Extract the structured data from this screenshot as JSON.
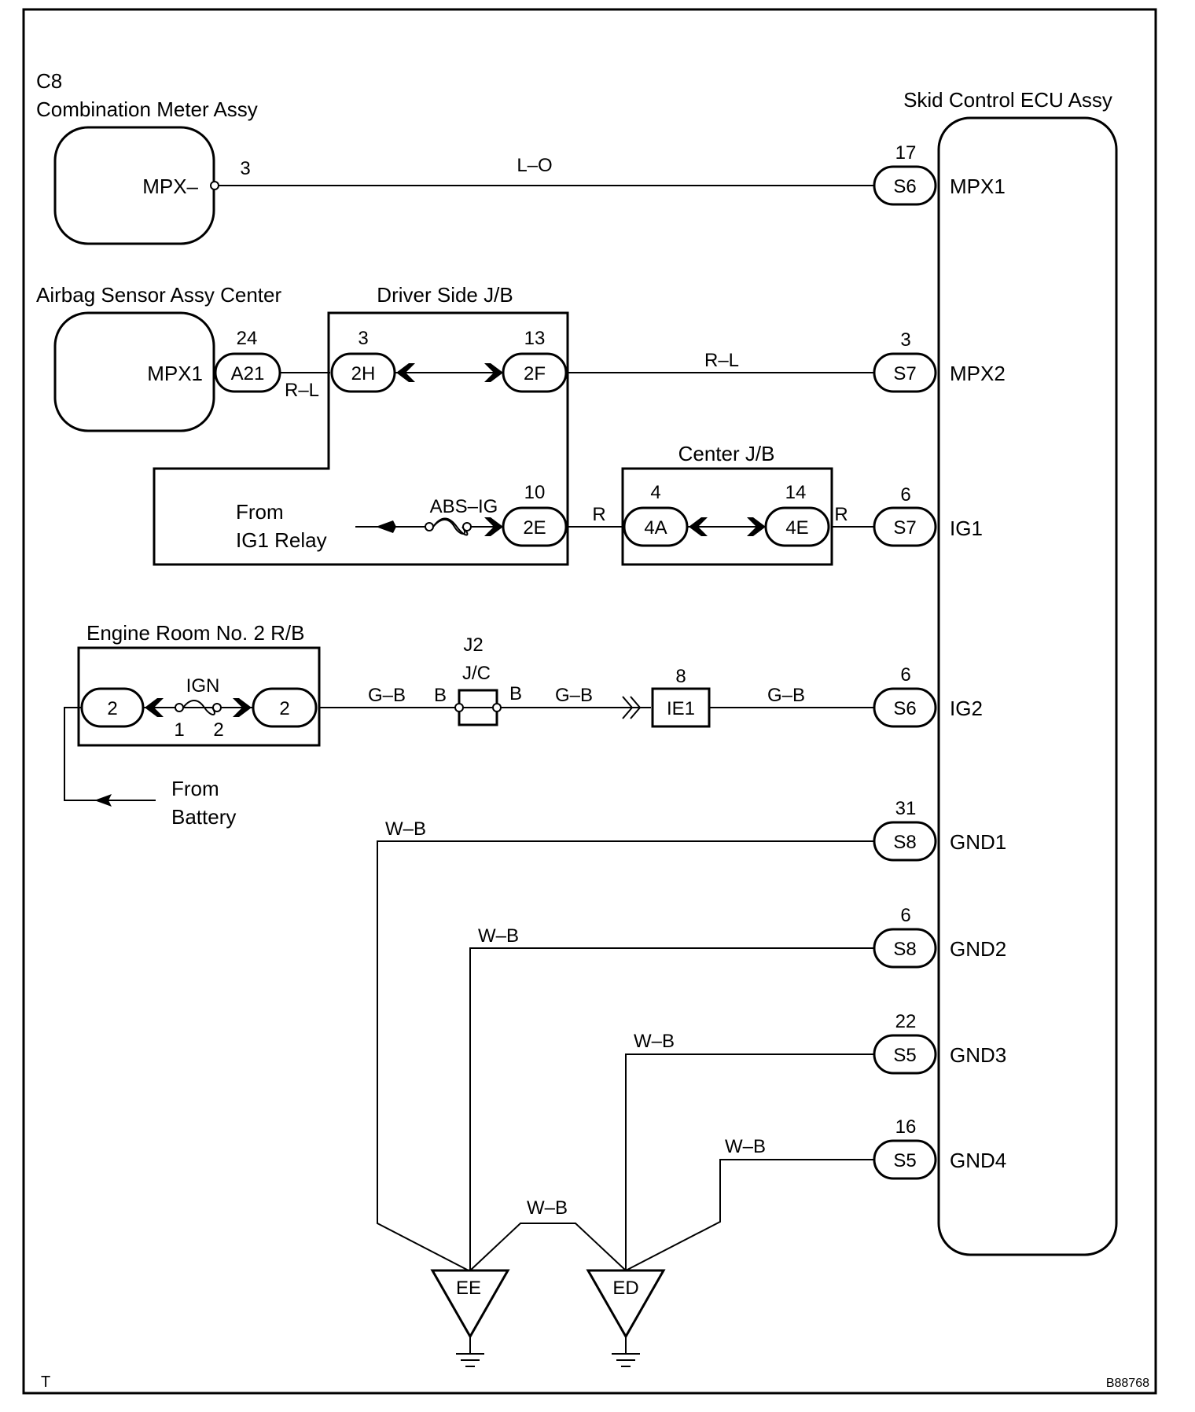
{
  "components": {
    "combination_meter": {
      "code": "C8",
      "name": "Combination Meter Assy",
      "terminal": "MPX–"
    },
    "airbag_sensor": {
      "name": "Airbag Sensor Assy Center",
      "terminal": "MPX1"
    },
    "driver_side_jb": {
      "name": "Driver Side J/B"
    },
    "center_jb": {
      "name": "Center J/B"
    },
    "engine_room_rb": {
      "name": "Engine Room No. 2 R/B",
      "fuse": "IGN",
      "fuse_pin_a": "1",
      "fuse_pin_b": "2"
    },
    "junction_connector": {
      "code": "J2",
      "name": "J/C",
      "left_pin": "B",
      "right_pin": "B"
    },
    "ecu": {
      "name": "Skid Control ECU Assy"
    },
    "ig1_source": {
      "line1": "From",
      "line2": "IG1 Relay",
      "fuse": "ABS–IG"
    },
    "battery_source": {
      "line1": "From",
      "line2": "Battery"
    }
  },
  "connectors": {
    "meter_pin": "3",
    "a21": {
      "pin": "24",
      "code": "A21"
    },
    "c_2h": {
      "pin": "3",
      "code": "2H"
    },
    "c_2f": {
      "pin": "13",
      "code": "2F"
    },
    "c_2e": {
      "pin": "10",
      "code": "2E"
    },
    "c_4a": {
      "pin": "4",
      "code": "4A"
    },
    "c_4e": {
      "pin": "14",
      "code": "4E"
    },
    "rb_left": {
      "code": "2"
    },
    "rb_right": {
      "code": "2"
    },
    "ie1": {
      "pin": "8",
      "code": "IE1"
    },
    "ecu_pins": [
      {
        "pin": "17",
        "code": "S6",
        "signal": "MPX1"
      },
      {
        "pin": "3",
        "code": "S7",
        "signal": "MPX2"
      },
      {
        "pin": "6",
        "code": "S7",
        "signal": "IG1"
      },
      {
        "pin": "6",
        "code": "S6",
        "signal": "IG2"
      },
      {
        "pin": "31",
        "code": "S8",
        "signal": "GND1"
      },
      {
        "pin": "6",
        "code": "S8",
        "signal": "GND2"
      },
      {
        "pin": "22",
        "code": "S5",
        "signal": "GND3"
      },
      {
        "pin": "16",
        "code": "S5",
        "signal": "GND4"
      }
    ]
  },
  "wires": {
    "mpx1": "L–O",
    "airbag_out": "R–L",
    "mpx2": "R–L",
    "ig1_a": "R",
    "ig1_b": "R",
    "ig2_a": "G–B",
    "ig2_b": "G–B",
    "ig2_c": "G–B",
    "gnd1": "W–B",
    "gnd2": "W–B",
    "gnd3": "W–B",
    "gnd4": "W–B",
    "ground_link": "W–B"
  },
  "grounds": {
    "ee": "EE",
    "ed": "ED"
  },
  "footer": {
    "left_mark": "T",
    "figure_code": "B88768"
  }
}
